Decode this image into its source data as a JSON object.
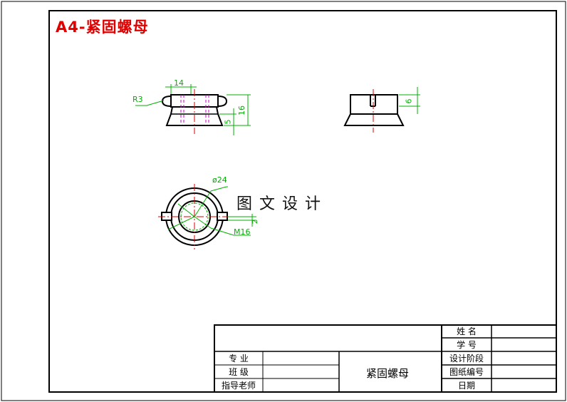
{
  "drawing": {
    "title": "A4-紧固螺母",
    "watermark": "图文设计",
    "dimensions": {
      "r3": "R3",
      "d14": "14",
      "d16": "16",
      "d5": "5",
      "d6": "6",
      "phi24": "ø24",
      "m16": "M16",
      "d2": "2"
    }
  },
  "title_block": {
    "part_name": "紧固螺母",
    "left_labels": [
      "专  业",
      "班  级",
      "指导老师"
    ],
    "right_labels": [
      "姓  名",
      "学  号",
      "设计阶段",
      "图纸编号",
      "日期"
    ]
  },
  "colors": {
    "outline": "#000000",
    "dimension": "#00b000",
    "centerline": "#e00000",
    "hidden": "#cc00cc",
    "title": "#e00000"
  }
}
